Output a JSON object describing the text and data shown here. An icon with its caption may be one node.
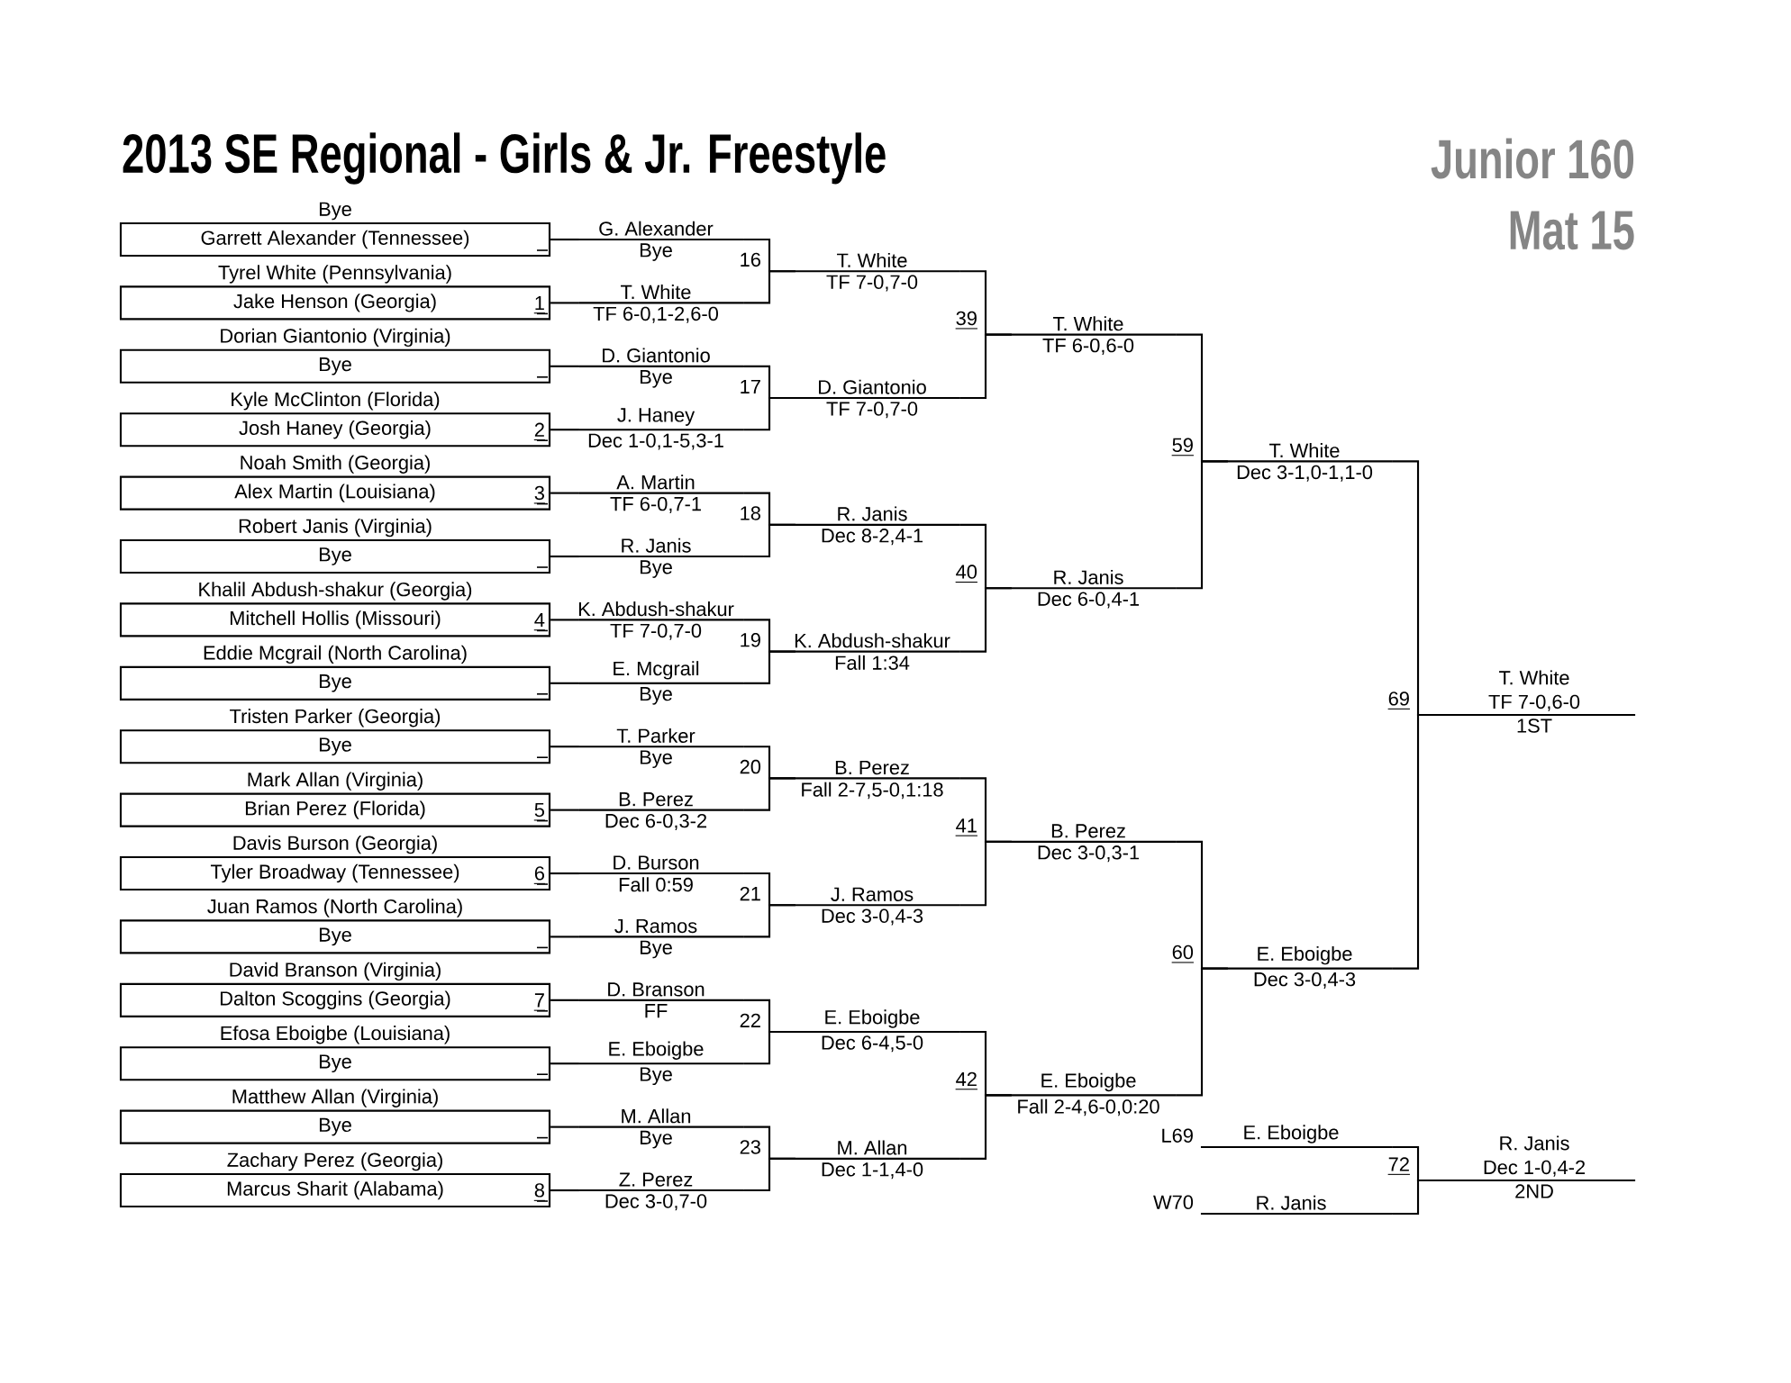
{
  "diagram": {
    "title": "2013 SE Regional - Girls & Jr. Freestyle",
    "nodes": [
      {
        "text": [
          "Bye",
          "Garrett Alexander (Tennessee)"
        ]
      },
      {
        "text": [
          "Tyrel White (Pennsylvania)",
          "Jake Henson (Georgia)"
        ]
      },
      {
        "text": [
          "Dorian Giantonio (Virginia)",
          "Bye"
        ]
      },
      {
        "text": [
          "Kyle McClinton (Florida)",
          "Josh Haney (Georgia)"
        ]
      },
      {
        "text": [
          "Noah Smith (Georgia)",
          "Alex Martin (Louisiana)"
        ]
      },
      {
        "text": [
          "Robert Janis (Virginia)",
          "Bye"
        ]
      },
      {
        "text": [
          "Khalil Abdush-shakur (Georgia)",
          "Mitchell Hollis (Missouri)"
        ]
      },
      {
        "text": [
          "Eddie Mcgrail (North Carolina)",
          "Bye"
        ]
      },
      {
        "text": [
          "Tristen Parker (Georgia)",
          "Bye"
        ]
      },
      {
        "text": [
          "Mark Allan (Virginia)",
          "Brian Perez (Florida)"
        ]
      },
      {
        "text": [
          "Davis Burson (Georgia)",
          "Tyler Broadway (Tennessee)"
        ]
      },
      {
        "text": [
          "Juan Ramos (North Carolina)",
          "Bye"
        ]
      },
      {
        "text": [
          "David Branson (Virginia)",
          "Dalton Scoggins (Georgia)"
        ]
      },
      {
        "text": [
          "Efosa Eboigbe (Louisiana)",
          "Bye"
        ]
      },
      {
        "text": [
          "Matthew Allan (Virginia)",
          "Bye"
        ]
      },
      {
        "text": [
          "Zachary Perez (Georgia)",
          "Marcus Sharit (Alabama)"
        ]
      },
      {
        "text": [
          "G. Alexander",
          "Bye"
        ]
      },
      {
        "text": [
          "T. White",
          "TF 6-0,1-2,6-0"
        ]
      },
      {
        "text": [
          "D. Giantonio",
          "Bye"
        ]
      },
      {
        "text": [
          "J. Haney",
          "Dec 1-0,1-5,3-1"
        ]
      },
      {
        "text": [
          "A. Martin",
          "TF 6-0,7-1"
        ]
      },
      {
        "text": [
          "R. Janis",
          "Bye"
        ]
      },
      {
        "text": [
          "K. Abdush-shakur",
          "TF 7-0,7-0"
        ]
      },
      {
        "text": [
          "E. Mcgrail",
          "Bye"
        ]
      },
      {
        "text": [
          "T. Parker",
          "Bye"
        ]
      },
      {
        "text": [
          "B. Perez",
          "Dec 6-0,3-2"
        ]
      },
      {
        "text": [
          "D. Burson",
          "Fall 0:59"
        ]
      },
      {
        "text": [
          "J. Ramos",
          "Bye"
        ]
      },
      {
        "text": [
          "D. Branson",
          "FF"
        ]
      },
      {
        "text": [
          "E. Eboigbe",
          "Bye"
        ]
      },
      {
        "text": [
          "M. Allan",
          "Bye"
        ]
      },
      {
        "text": [
          "Z. Perez",
          "Dec 3-0,7-0"
        ]
      },
      {
        "text": [
          "T. White",
          "TF 7-0,7-0"
        ]
      },
      {
        "text": [
          "D. Giantonio",
          "TF 7-0,7-0"
        ]
      },
      {
        "text": [
          "R. Janis",
          "Dec 8-2,4-1"
        ]
      },
      {
        "text": [
          "K. Abdush-shakur",
          "Fall 1:34"
        ]
      },
      {
        "text": [
          "B. Perez",
          "Fall 2-7,5-0,1:18"
        ]
      },
      {
        "text": [
          "J. Ramos",
          "Dec 3-0,4-3"
        ]
      },
      {
        "text": [
          "E. Eboigbe",
          "Dec 6-4,5-0"
        ]
      },
      {
        "text": [
          "M. Allan",
          "Dec 1-1,4-0"
        ]
      },
      {
        "text": [
          "T. White",
          "TF 6-0,6-0"
        ]
      },
      {
        "text": [
          "R. Janis",
          "Dec 6-0,4-1"
        ]
      },
      {
        "text": [
          "B. Perez",
          "Dec 3-0,3-1"
        ]
      },
      {
        "text": [
          "E. Eboigbe",
          "Fall 2-4,6-0,0:20"
        ]
      },
      {
        "text": [
          "T. White",
          "Dec 3-1,0-1,1-0"
        ]
      },
      {
        "text": [
          "E. Eboigbe",
          "Dec 3-0,4-3"
        ]
      },
      {
        "text": [
          "T. White",
          "TF 7-0,6-0",
          "1ST"
        ]
      },
      {
        "text": [
          "E. Eboigbe"
        ]
      },
      {
        "text": [
          "R. Janis"
        ]
      },
      {
        "text": [
          "R. Janis",
          "Dec 1-0,4-2",
          "2ND"
        ]
      }
    ],
    "edges": [
      {
        "from": 0,
        "to": 16,
        "arrow": "none"
      },
      {
        "from": 1,
        "to": 17,
        "arrow": "none"
      },
      {
        "from": 2,
        "to": 18,
        "arrow": "none"
      },
      {
        "from": 3,
        "to": 19,
        "arrow": "none"
      },
      {
        "from": 4,
        "to": 20,
        "arrow": "none"
      },
      {
        "from": 5,
        "to": 21,
        "arrow": "none"
      },
      {
        "from": 6,
        "to": 22,
        "arrow": "none"
      },
      {
        "from": 7,
        "to": 23,
        "arrow": "none"
      },
      {
        "from": 8,
        "to": 24,
        "arrow": "none"
      },
      {
        "from": 9,
        "to": 25,
        "arrow": "none"
      },
      {
        "from": 10,
        "to": 26,
        "arrow": "none"
      },
      {
        "from": 11,
        "to": 27,
        "arrow": "none"
      },
      {
        "from": 12,
        "to": 28,
        "arrow": "none"
      },
      {
        "from": 13,
        "to": 29,
        "arrow": "none"
      },
      {
        "from": 14,
        "to": 30,
        "arrow": "none"
      },
      {
        "from": 15,
        "to": 31,
        "arrow": "none"
      },
      {
        "from": 16,
        "to": 32,
        "arrow": "none"
      },
      {
        "from": 17,
        "to": 32,
        "arrow": "none"
      },
      {
        "from": 18,
        "to": 33,
        "arrow": "none"
      },
      {
        "from": 19,
        "to": 33,
        "arrow": "none"
      },
      {
        "from": 20,
        "to": 34,
        "arrow": "none"
      },
      {
        "from": 21,
        "to": 34,
        "arrow": "none"
      },
      {
        "from": 22,
        "to": 35,
        "arrow": "none"
      },
      {
        "from": 23,
        "to": 35,
        "arrow": "none"
      },
      {
        "from": 24,
        "to": 36,
        "arrow": "none"
      },
      {
        "from": 25,
        "to": 36,
        "arrow": "none"
      },
      {
        "from": 26,
        "to": 37,
        "arrow": "none"
      },
      {
        "from": 27,
        "to": 37,
        "arrow": "none"
      },
      {
        "from": 28,
        "to": 38,
        "arrow": "none"
      },
      {
        "from": 29,
        "to": 38,
        "arrow": "none"
      },
      {
        "from": 30,
        "to": 39,
        "arrow": "none"
      },
      {
        "from": 31,
        "to": 39,
        "arrow": "none"
      },
      {
        "from": 32,
        "to": 40,
        "arrow": "none"
      },
      {
        "from": 33,
        "to": 40,
        "arrow": "none"
      },
      {
        "from": 34,
        "to": 41,
        "arrow": "none"
      },
      {
        "from": 35,
        "to": 41,
        "arrow": "none"
      },
      {
        "from": 36,
        "to": 42,
        "arrow": "none"
      },
      {
        "from": 37,
        "to": 42,
        "arrow": "none"
      },
      {
        "from": 38,
        "to": 43,
        "arrow": "none"
      },
      {
        "from": 39,
        "to": 43,
        "arrow": "none"
      },
      {
        "from": 40,
        "to": 44,
        "arrow": "none"
      },
      {
        "from": 41,
        "to": 44,
        "arrow": "none"
      },
      {
        "from": 42,
        "to": 45,
        "arrow": "none"
      },
      {
        "from": 43,
        "to": 45,
        "arrow": "none"
      },
      {
        "from": 44,
        "to": 46,
        "arrow": "none"
      },
      {
        "from": 45,
        "to": 46,
        "arrow": "none"
      },
      {
        "from": 47,
        "to": 49,
        "arrow": "none"
      },
      {
        "from": 48,
        "to": 49,
        "arrow": "none"
      }
    ],
    "labels": [
      "Junior 160",
      "Mat 15",
      "1",
      "2",
      "3",
      "4",
      "5",
      "6",
      "7",
      "8",
      "16",
      "17",
      "18",
      "19",
      "20",
      "21",
      "22",
      "23",
      "39",
      "40",
      "41",
      "42",
      "59",
      "60",
      "69",
      "L69",
      "W70",
      "72"
    ]
  }
}
